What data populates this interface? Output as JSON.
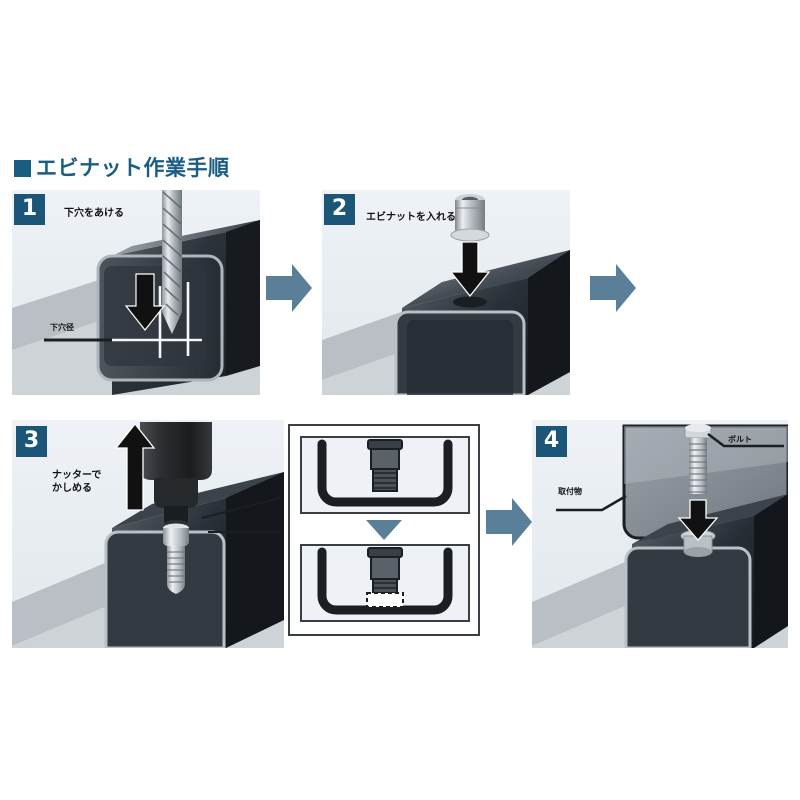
{
  "document": {
    "title_bullet": "■",
    "title": "エビナット作業手順",
    "title_color": "#1b5c82",
    "background_color": "#ffffff"
  },
  "theme": {
    "badge_background": "#1b5577",
    "badge_text_color": "#ffffff",
    "connector_arrow_color": "#5b7f99",
    "inset_arrow_color": "#5b7f99",
    "panel_background": "#eef2f6",
    "workpiece_dark": "#2b3036",
    "workpiece_mid": "#6e757c",
    "workpiece_light": "#b9bfc4",
    "metal_light": "#d9dcdf",
    "outline": "#3a3f44",
    "callout_text_color": "#111111"
  },
  "steps": [
    {
      "number": "1",
      "caption": "下穴をあける",
      "annotations": [
        {
          "name": "pilot-hole-diameter",
          "label": "下穴径"
        }
      ],
      "icons": [
        "drill-bit-icon",
        "down-arrow-icon",
        "square-tube-icon"
      ]
    },
    {
      "number": "2",
      "caption": "エビナットを入れる",
      "annotations": [],
      "icons": [
        "rivet-nut-icon",
        "down-arrow-icon",
        "square-tube-icon"
      ]
    },
    {
      "number": "3",
      "caption": "ナッターで\nかしめる",
      "caption_line1": "ナッターで",
      "caption_line2": "かしめる",
      "annotations": [],
      "icons": [
        "nutter-tool-icon",
        "up-arrow-icon",
        "square-tube-icon"
      ]
    },
    {
      "number": "4",
      "caption": "",
      "annotations": [
        {
          "name": "bolt",
          "label": "ボルト"
        },
        {
          "name": "mounted-part",
          "label": "取付物"
        }
      ],
      "icons": [
        "bolt-icon",
        "down-arrow-icon",
        "square-tube-icon"
      ]
    }
  ],
  "inset_detail": {
    "name": "crimping-cross-section-detail",
    "cells": [
      {
        "name": "before-crimp",
        "icon": "rivet-nut-unset-icon"
      },
      {
        "name": "after-crimp",
        "icon": "rivet-nut-set-icon"
      }
    ],
    "arrow": "down-arrow-icon"
  },
  "connectors": [
    {
      "name": "connector-step1-to-step2",
      "icon": "right-arrow-icon"
    },
    {
      "name": "connector-step2-to-step3",
      "icon": "right-arrow-icon"
    },
    {
      "name": "connector-step3-to-step4",
      "icon": "right-arrow-icon"
    }
  ]
}
